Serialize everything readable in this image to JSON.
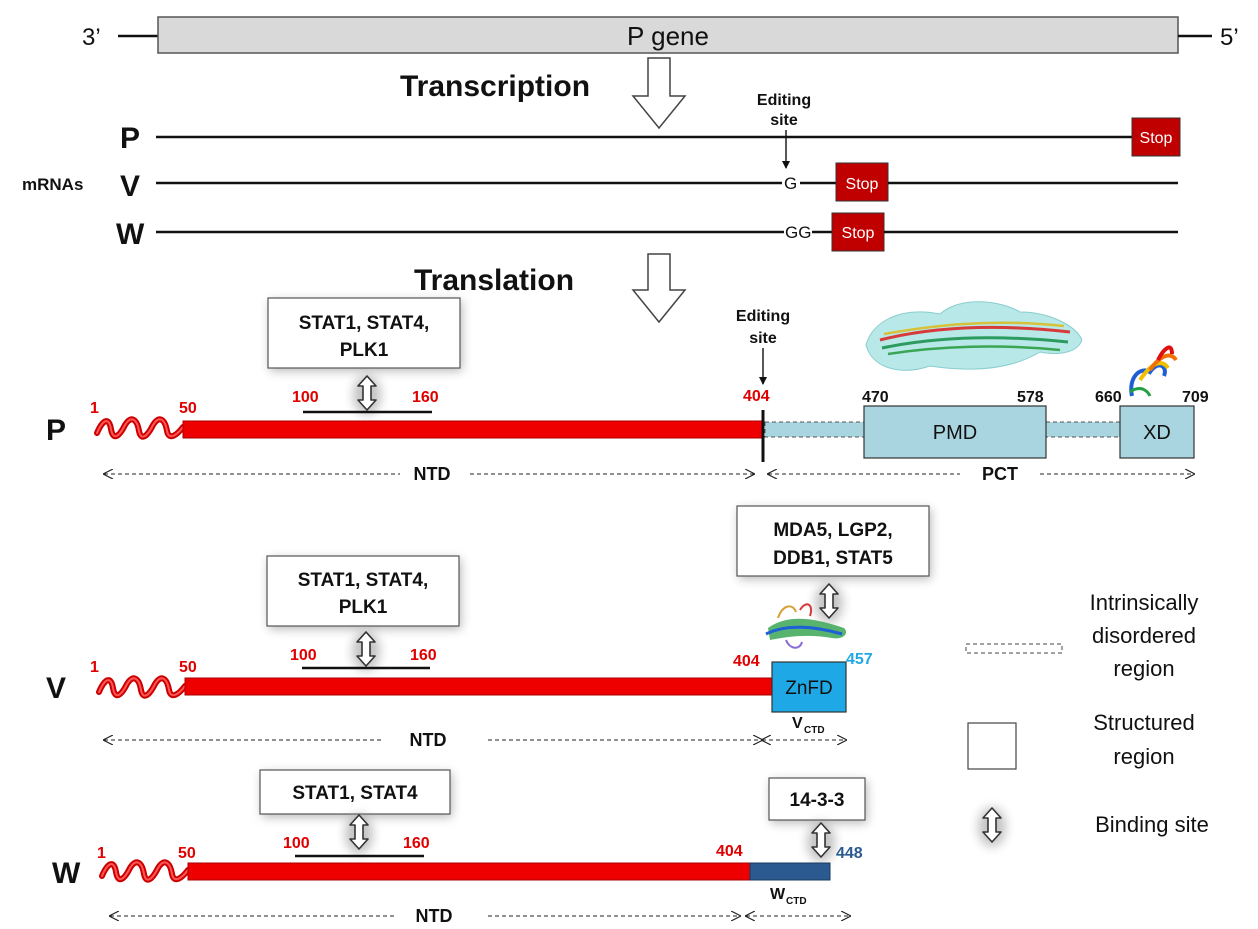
{
  "gene": {
    "label": "P gene",
    "end_left": "3’",
    "end_right": "5’"
  },
  "steps": {
    "transcription": "Transcription",
    "translation": "Translation"
  },
  "mrna": {
    "group_label": "mRNAs",
    "p_label": "P",
    "v_label": "V",
    "w_label": "W",
    "editing_site": [
      "Editing",
      "site"
    ],
    "v_insert": "G",
    "w_insert": "GG",
    "stop": "Stop"
  },
  "protein_p": {
    "label": "P",
    "binding_box": [
      "STAT1, STAT4,",
      "PLK1"
    ],
    "editing_site": [
      "Editing",
      "site"
    ],
    "pos_1": "1",
    "pos_50": "50",
    "pos_100": "100",
    "pos_160": "160",
    "pos_404": "404",
    "pos_470": "470",
    "pos_578": "578",
    "pos_660": "660",
    "pos_709": "709",
    "pmd": "PMD",
    "xd": "XD",
    "ntd": "NTD",
    "pct": "PCT"
  },
  "protein_v": {
    "label": "V",
    "binding_box": [
      "STAT1, STAT4,",
      "PLK1"
    ],
    "ctd_box": [
      "MDA5, LGP2,",
      "DDB1, STAT5"
    ],
    "pos_1": "1",
    "pos_50": "50",
    "pos_100": "100",
    "pos_160": "160",
    "pos_404": "404",
    "pos_457": "457",
    "znfd": "ZnFD",
    "ntd": "NTD",
    "ctd_main": "V",
    "ctd_sub": "CTD"
  },
  "protein_w": {
    "label": "W",
    "binding_box": [
      "STAT1, STAT4"
    ],
    "ctd_box": [
      "14-3-3"
    ],
    "pos_1": "1",
    "pos_50": "50",
    "pos_100": "100",
    "pos_160": "160",
    "pos_404": "404",
    "pos_448": "448",
    "ntd": "NTD",
    "ctd_main": "W",
    "ctd_sub": "CTD"
  },
  "legend": {
    "disordered": [
      "Intrinsically",
      "disordered",
      "region"
    ],
    "structured": [
      "Structured",
      "region"
    ],
    "binding": "Binding site"
  },
  "colors": {
    "ntd_red": "#ee0000",
    "pct_blue": "#a9d5e0",
    "znfd_blue": "#1ea8e6",
    "w_ctd_navy": "#2a5a8f",
    "stop_red": "#c00000",
    "pos_blue": "#1ea8e6",
    "pos_navy": "#2a5a8f"
  }
}
